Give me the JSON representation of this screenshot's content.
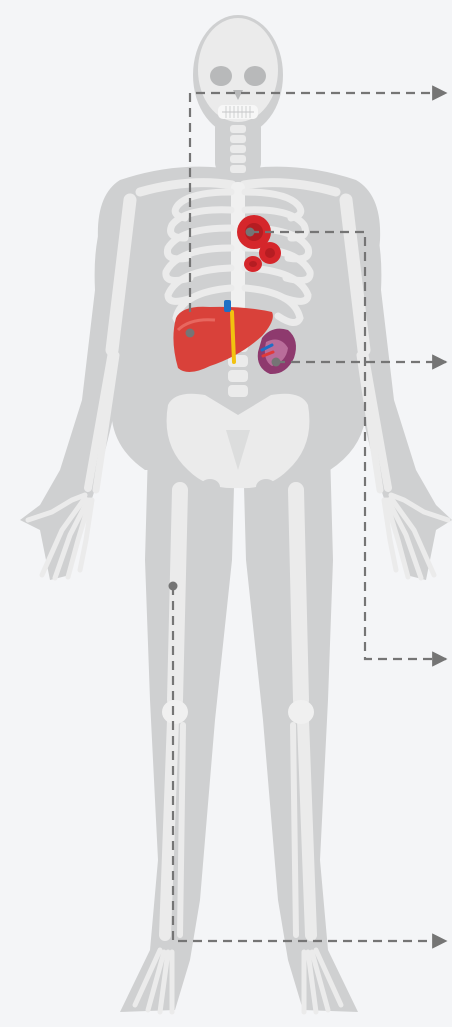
{
  "figure": {
    "background": "#f4f5f7",
    "body_color": "#cfd0d1",
    "skeleton_color": "#e8e9e9",
    "skeleton_shadow": "#b8b9ba",
    "connector_color": "#757575",
    "organs": [
      {
        "name": "bone",
        "icon": "bone-icon"
      },
      {
        "name": "blood",
        "icon": "red-blood-cells-icon",
        "color": "#d5262b"
      },
      {
        "name": "liver",
        "icon": "liver-icon",
        "color": "#d9413a"
      },
      {
        "name": "spleen",
        "icon": "spleen-icon",
        "color": "#8e3a6e"
      },
      {
        "name": "thigh",
        "icon": "marker-dot-icon"
      }
    ]
  }
}
